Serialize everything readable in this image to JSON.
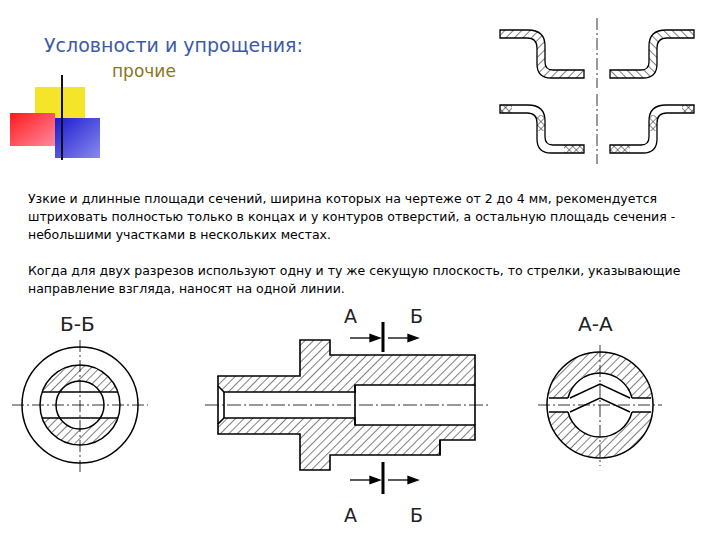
{
  "diagram": {
    "title": "Условности и упрощения:",
    "labels": [
      "прочие",
      "Узкие и длинные площади сечений, ширина которых на чертеже от 2 до 4 мм, рекомендуется штриховать полностью только в концах и у контуров отверстий, а остальную площадь сечения - небольшими участками в нескольких местах.",
      "Когда для двух разрезов используют одну и ту же секущую плоскость, то стрелки, указывающие направление взгляда, наносят на одной линии.",
      "Б-Б",
      "А",
      "Б",
      "А",
      "Б",
      "А-А"
    ]
  }
}
